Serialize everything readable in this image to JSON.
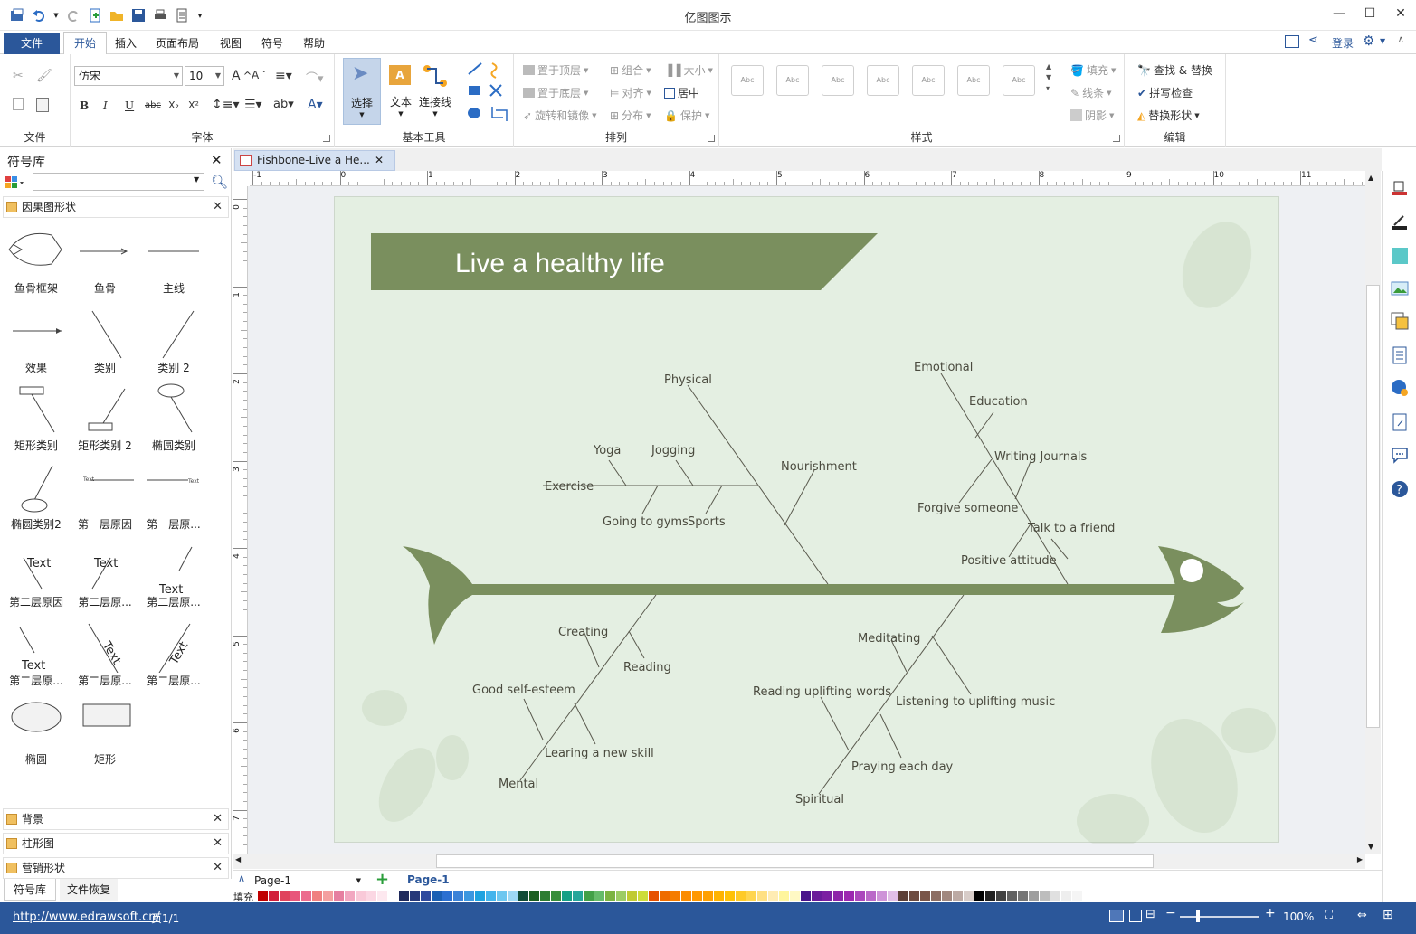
{
  "app": {
    "title": "亿图图示",
    "window_controls": [
      "—",
      "☐",
      "✕"
    ]
  },
  "menu": {
    "file": "文件",
    "items": [
      "开始",
      "插入",
      "页面布局",
      "视图",
      "符号",
      "帮助"
    ],
    "login": "登录"
  },
  "ribbon": {
    "groups": {
      "file": "文件",
      "font": "字体",
      "basic_tools": "基本工具",
      "arrange": "排列",
      "style": "样式",
      "edit": "编辑"
    },
    "font_name": "仿宋",
    "font_size": "10",
    "tools": {
      "select": "选择",
      "text": "文本",
      "connector": "连接线"
    },
    "arrange": {
      "bring_front": "置于顶层",
      "send_back": "置于底层",
      "rotate": "旋转和镜像",
      "group": "组合",
      "align": "对齐",
      "distribute": "分布",
      "size": "大小",
      "center": "居中",
      "protect": "保护"
    },
    "style_sample": "Abc",
    "fill": "填充",
    "line": "线条",
    "shadow": "阴影",
    "find_replace": "查找 & 替换",
    "spell_check": "拼写检查",
    "replace_shape": "替换形状"
  },
  "library": {
    "title": "符号库",
    "search_placeholder": "",
    "section_main": "因果图形状",
    "shapes": [
      "鱼骨框架",
      "鱼骨",
      "主线",
      "效果",
      "类别",
      "类别 2",
      "矩形类别",
      "矩形类别 2",
      "椭圆类别",
      "椭圆类别2",
      "第一层原因",
      "第一层原...",
      "第二层原因",
      "第二层原...",
      "第二层原...",
      "第二层原...",
      "第二层原...",
      "第二层原...",
      "椭圆",
      "矩形"
    ],
    "shape_text": "Text",
    "sections_bottom": [
      "背景",
      "柱形图",
      "营销形状"
    ],
    "bottom_tabs": [
      "符号库",
      "文件恢复"
    ]
  },
  "document": {
    "tab": "Fishbone-Live a He...",
    "ruler_h": [
      "-1",
      "0",
      "1",
      "2",
      "3",
      "4",
      "5",
      "6",
      "7",
      "8",
      "9",
      "10",
      "11"
    ],
    "ruler_v": [
      "0",
      "1",
      "2",
      "3",
      "4",
      "5",
      "6",
      "7"
    ]
  },
  "diagram": {
    "title": "Live a healthy life",
    "accent_color": "#7a8f5e",
    "background_color": "#e4efe2",
    "labels": {
      "physical": "Physical",
      "yoga": "Yoga",
      "jogging": "Jogging",
      "exercise": "Exercise",
      "going_to_gyms": "Going to gyms",
      "sports": "Sports",
      "nourishment": "Nourishment",
      "emotional": "Emotional",
      "education": "Education",
      "writing_journals": "Writing Journals",
      "forgive_someone": "Forgive someone",
      "talk_to_a_friend": "Talk to a friend",
      "positive_attitude": "Positive attitude",
      "creating": "Creating",
      "reading": "Reading",
      "good_self_esteem": "Good self-esteem",
      "learning_new_skill": "Learing a new skill",
      "mental": "Mental",
      "meditating": "Meditating",
      "reading_uplifting_words": "Reading uplifting words",
      "listening_music": "Listening to uplifting music",
      "praying_each_day": "Praying each day",
      "spiritual": "Spiritual"
    }
  },
  "pages": {
    "current": "Page-1",
    "tab": "Page-1",
    "fill_label": "填充"
  },
  "palette": [
    "#c00000",
    "#d21f3c",
    "#e0435d",
    "#e8567b",
    "#ec6b8e",
    "#f08080",
    "#f4a0a0",
    "#e67fa0",
    "#f2a7c0",
    "#f9c9d8",
    "#fbd7e3",
    "#fde8ef",
    "#fff",
    "#1f2a5c",
    "#27397a",
    "#2e4a9e",
    "#1a5fb4",
    "#2a6fd1",
    "#3b82d8",
    "#3c97e0",
    "#1ea2e0",
    "#43b4ec",
    "#6dc7f0",
    "#9dd8f5",
    "#114c36",
    "#1b5e20",
    "#2e7d32",
    "#388e3c",
    "#16a085",
    "#26a69a",
    "#43a047",
    "#66bb6a",
    "#7cb342",
    "#9ccc65",
    "#c0ca33",
    "#cddc39",
    "#e65100",
    "#ef6c00",
    "#f57c00",
    "#fb8c00",
    "#ff9800",
    "#ffa000",
    "#ffb300",
    "#ffc107",
    "#ffca28",
    "#ffd54f",
    "#ffe082",
    "#ffecb3",
    "#fff59d",
    "#fff9c4",
    "#4a148c",
    "#6a1b9a",
    "#7b1fa2",
    "#8e24aa",
    "#9c27b0",
    "#ab47bc",
    "#ba68c8",
    "#ce93d8",
    "#e1bee7",
    "#5d4037",
    "#6d4c41",
    "#795548",
    "#8d6e63",
    "#a1887f",
    "#bcaaa4",
    "#d7ccc8",
    "#000000",
    "#212121",
    "#424242",
    "#616161",
    "#757575",
    "#9e9e9e",
    "#bdbdbd",
    "#e0e0e0",
    "#eeeeee",
    "#f5f5f5"
  ],
  "status": {
    "url": "http://www.edrawsoft.cn/",
    "page_info": "页1/1",
    "zoom": "100%"
  }
}
